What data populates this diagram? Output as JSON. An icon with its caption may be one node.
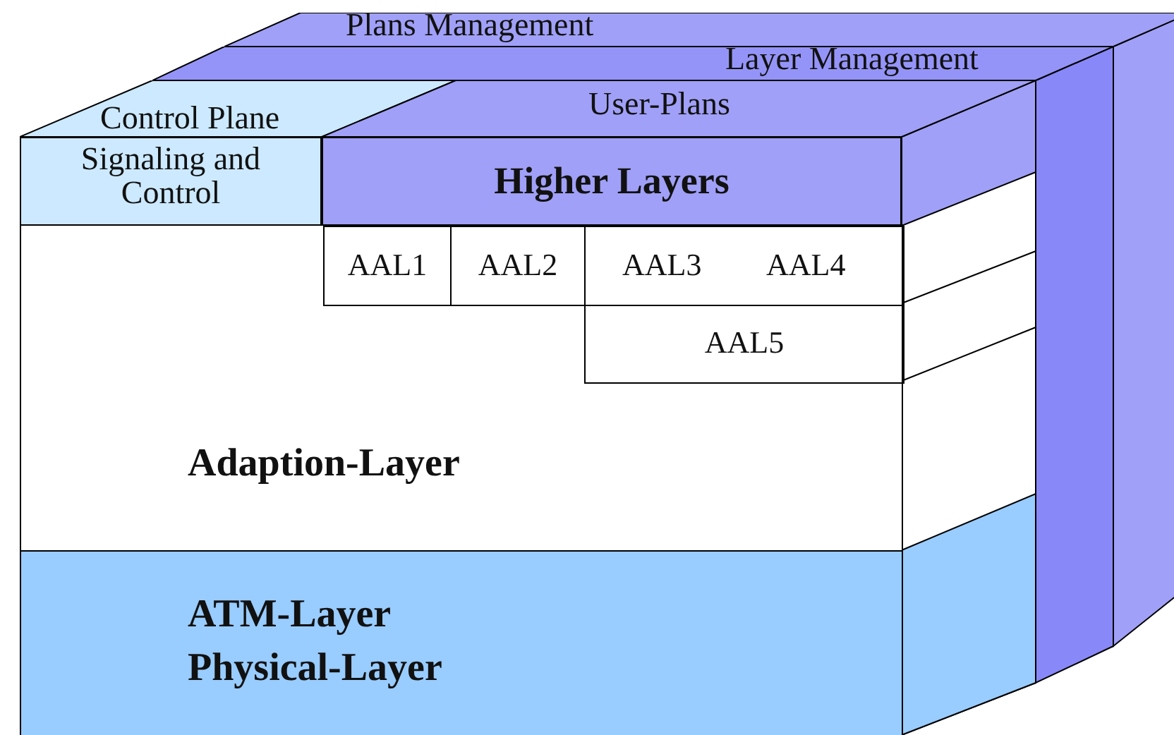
{
  "diagram": {
    "nodes": [
      {
        "text": [
          "Plans Management"
        ]
      },
      {
        "text": [
          "Layer Management"
        ]
      },
      {
        "text": [
          "Control Plane"
        ]
      },
      {
        "text": [
          "User-Plans"
        ]
      },
      {
        "text": [
          "Signaling and Control"
        ]
      },
      {
        "text": [
          "Higher Layers"
        ]
      },
      {
        "text": [
          "Adaption-Layer"
        ]
      },
      {
        "text": [
          "AAL1"
        ],
        "in": 6
      },
      {
        "text": [
          "AAL2"
        ],
        "in": 6
      },
      {
        "text": [
          "AAL3",
          "AAL4"
        ],
        "in": 6
      },
      {
        "text": [
          "AAL5"
        ],
        "in": 6
      },
      {
        "text": [
          "ATM-Layer",
          "Physical-Layer"
        ]
      }
    ]
  }
}
